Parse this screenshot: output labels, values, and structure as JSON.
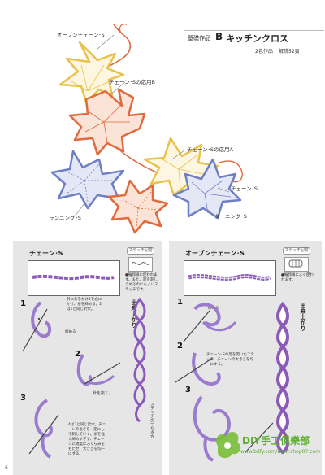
{
  "header": {
    "series": "基礎作品",
    "letter": "B",
    "title": "キッチンクロス",
    "threads": "2色作品",
    "page_ref": "解説52頁"
  },
  "illustration_labels": {
    "open_chain": "オープンチェーン･S",
    "chain_applied_b": "チェーン･Sの応用B",
    "chain_applied_a": "チェーン･Sの応用A",
    "chain": "チェーン･S",
    "running": "ランニング･S",
    "darning": "ダーニング･S"
  },
  "left_panel": {
    "heading": "チェーン･S",
    "stitch_symbol_label": "ステッチ記号",
    "note": "●輪郭線に使われます。また、面を刺しうめるのにもよいステッチです。",
    "steps": [
      "1",
      "2",
      "3"
    ],
    "step1_text": "針に糸をかけ1を右にかけ、糸を締める。2は1と同じ針穴。",
    "step1_callout": "締める",
    "step2_callout": "針を抜く。",
    "step3_text": "4は3と同じ針穴。チェーンの長さを一定にして刺していく。糸を強く締めすぎず、チェーンに適度にふくらみをもたせ、大きさを均一にする。",
    "result_label": "出来上がり",
    "end_label": "ステッチのつなぎ方"
  },
  "right_panel": {
    "heading": "オープンチェーン･S",
    "stitch_symbol_label": "ステッチ記号",
    "note": "●輪郭線によく使われます。",
    "steps": [
      "1",
      "2",
      "3"
    ],
    "step1_callout": "締める",
    "step2_text": "チェーン･Sの足を開いたステッチ。チェーンの大きさを均一にする。",
    "result_label": "出来上がり"
  },
  "footer": {
    "page_number": "6",
    "watermark_brand": "DIY手工俱樂部",
    "watermark_url": "www.bdfy.com/www.shop07.com"
  },
  "colors": {
    "yellow_leaf": "#e8c24a",
    "orange_leaf": "#e06a3c",
    "blue_leaf": "#6e7fc4",
    "purple_thread": "#8c5ab8",
    "panel_gray": "#e6e6e6"
  }
}
